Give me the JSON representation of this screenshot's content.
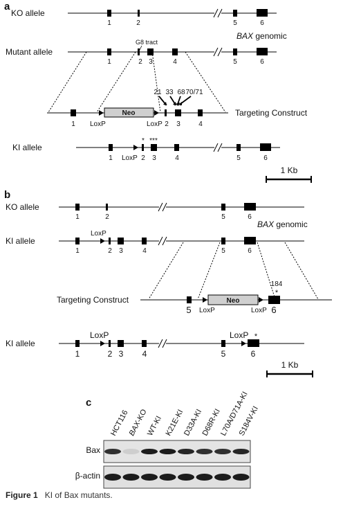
{
  "panel_a": {
    "label": "a",
    "bax_genomic": "BAX",
    "genomic_suffix": " genomic",
    "rows": {
      "ko": {
        "label": "KO allele",
        "exons": [
          "1",
          "2",
          "5",
          "6"
        ]
      },
      "mutant": {
        "label": "Mutant allele",
        "exons": [
          "1",
          "2",
          "3",
          "4",
          "5",
          "6"
        ],
        "callout": "G8 tract"
      },
      "targeting": {
        "label": "Targeting Construct",
        "exons": [
          "1",
          "2",
          "3",
          "4"
        ],
        "loxp_left": "LoxP",
        "loxp_right": "LoxP",
        "neo": "Neo",
        "mut_numbers": [
          "21",
          "33",
          "68",
          "70/71"
        ],
        "stars_2": "*",
        "stars_3": "***"
      },
      "ki": {
        "label": "KI allele",
        "exons": [
          "1",
          "2",
          "3",
          "4",
          "5",
          "6"
        ],
        "loxp": "LoxP",
        "stars_2": "*",
        "stars_3": "***"
      }
    },
    "scale": "1 Kb"
  },
  "panel_b": {
    "label": "b",
    "bax_genomic": "BAX",
    "genomic_suffix": " genomic",
    "rows": {
      "ko": {
        "label": "KO allele",
        "exons": [
          "1",
          "2",
          "5",
          "6"
        ]
      },
      "ki1": {
        "label": "KI allele",
        "exons": [
          "1",
          "2",
          "3",
          "4",
          "5",
          "6"
        ],
        "loxp": "LoxP"
      },
      "targeting": {
        "label": "Targeting Construct",
        "exons": [
          "5",
          "6"
        ],
        "loxp_left": "LoxP",
        "loxp_right": "LoxP",
        "neo": "Neo",
        "mut_number": "184",
        "star": "*"
      },
      "ki2": {
        "label": "KI allele",
        "exons": [
          "1",
          "2",
          "3",
          "4",
          "5",
          "6"
        ],
        "loxp_left": "LoxP",
        "loxp_right": "LoxP",
        "star": "*"
      }
    },
    "scale": "1 Kb"
  },
  "panel_c": {
    "label": "c",
    "lanes": [
      "HCT116",
      "BAX-KO",
      "WT-KI",
      "K21E-KI",
      "D33A-KI",
      "D68R-KI",
      "L70A/D71A-KI",
      "S184V-KI"
    ],
    "bands": [
      {
        "label": "Bax",
        "intensity": [
          0.85,
          0.1,
          0.95,
          0.95,
          0.9,
          0.85,
          0.85,
          0.9
        ]
      },
      {
        "label": "β-actin",
        "intensity": [
          0.95,
          0.95,
          0.95,
          0.95,
          0.95,
          0.95,
          0.95,
          0.95
        ]
      }
    ]
  },
  "caption": {
    "fig": "Figure 1",
    "text": "KI of Bax mutants."
  }
}
